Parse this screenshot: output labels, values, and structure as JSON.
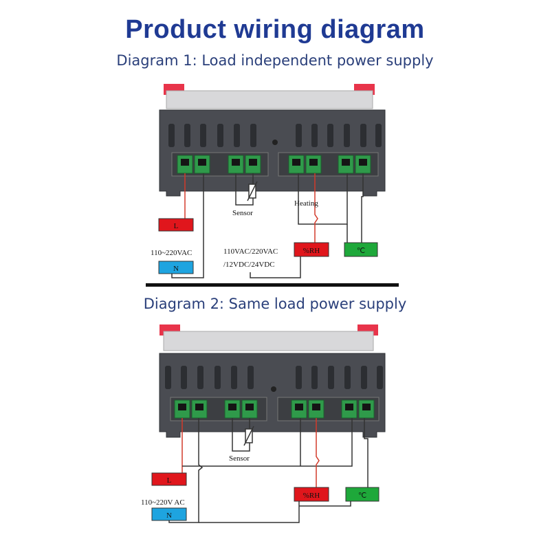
{
  "title": "Product wiring diagram",
  "diagram1": {
    "heading": "Diagram 1: Load independent power supply",
    "sensor_label": "Sensor",
    "heating_label": "Heating",
    "supply_label": "110~220VAC",
    "load_supply_line1": "110VAC/220VAC",
    "load_supply_line2": "/12VDC/24VDC",
    "box_L": "L",
    "box_N": "N",
    "box_RH": "%RH",
    "box_C": "℃"
  },
  "diagram2": {
    "heading": "Diagram 2: Same load power supply",
    "sensor_label": "Sensor",
    "supply_label": "110~220V AC",
    "box_L": "L",
    "box_N": "N",
    "box_RH": "%RH",
    "box_C": "℃"
  },
  "colors": {
    "title": "#1f3a93",
    "subtitle": "#2a3f7a",
    "red_box": "#e0161c",
    "blue_box": "#1ea4e0",
    "green_box": "#1ea83a",
    "terminal_green": "#2f9a4a",
    "body_gray": "#4a4c52",
    "top_red": "#e8344a"
  }
}
